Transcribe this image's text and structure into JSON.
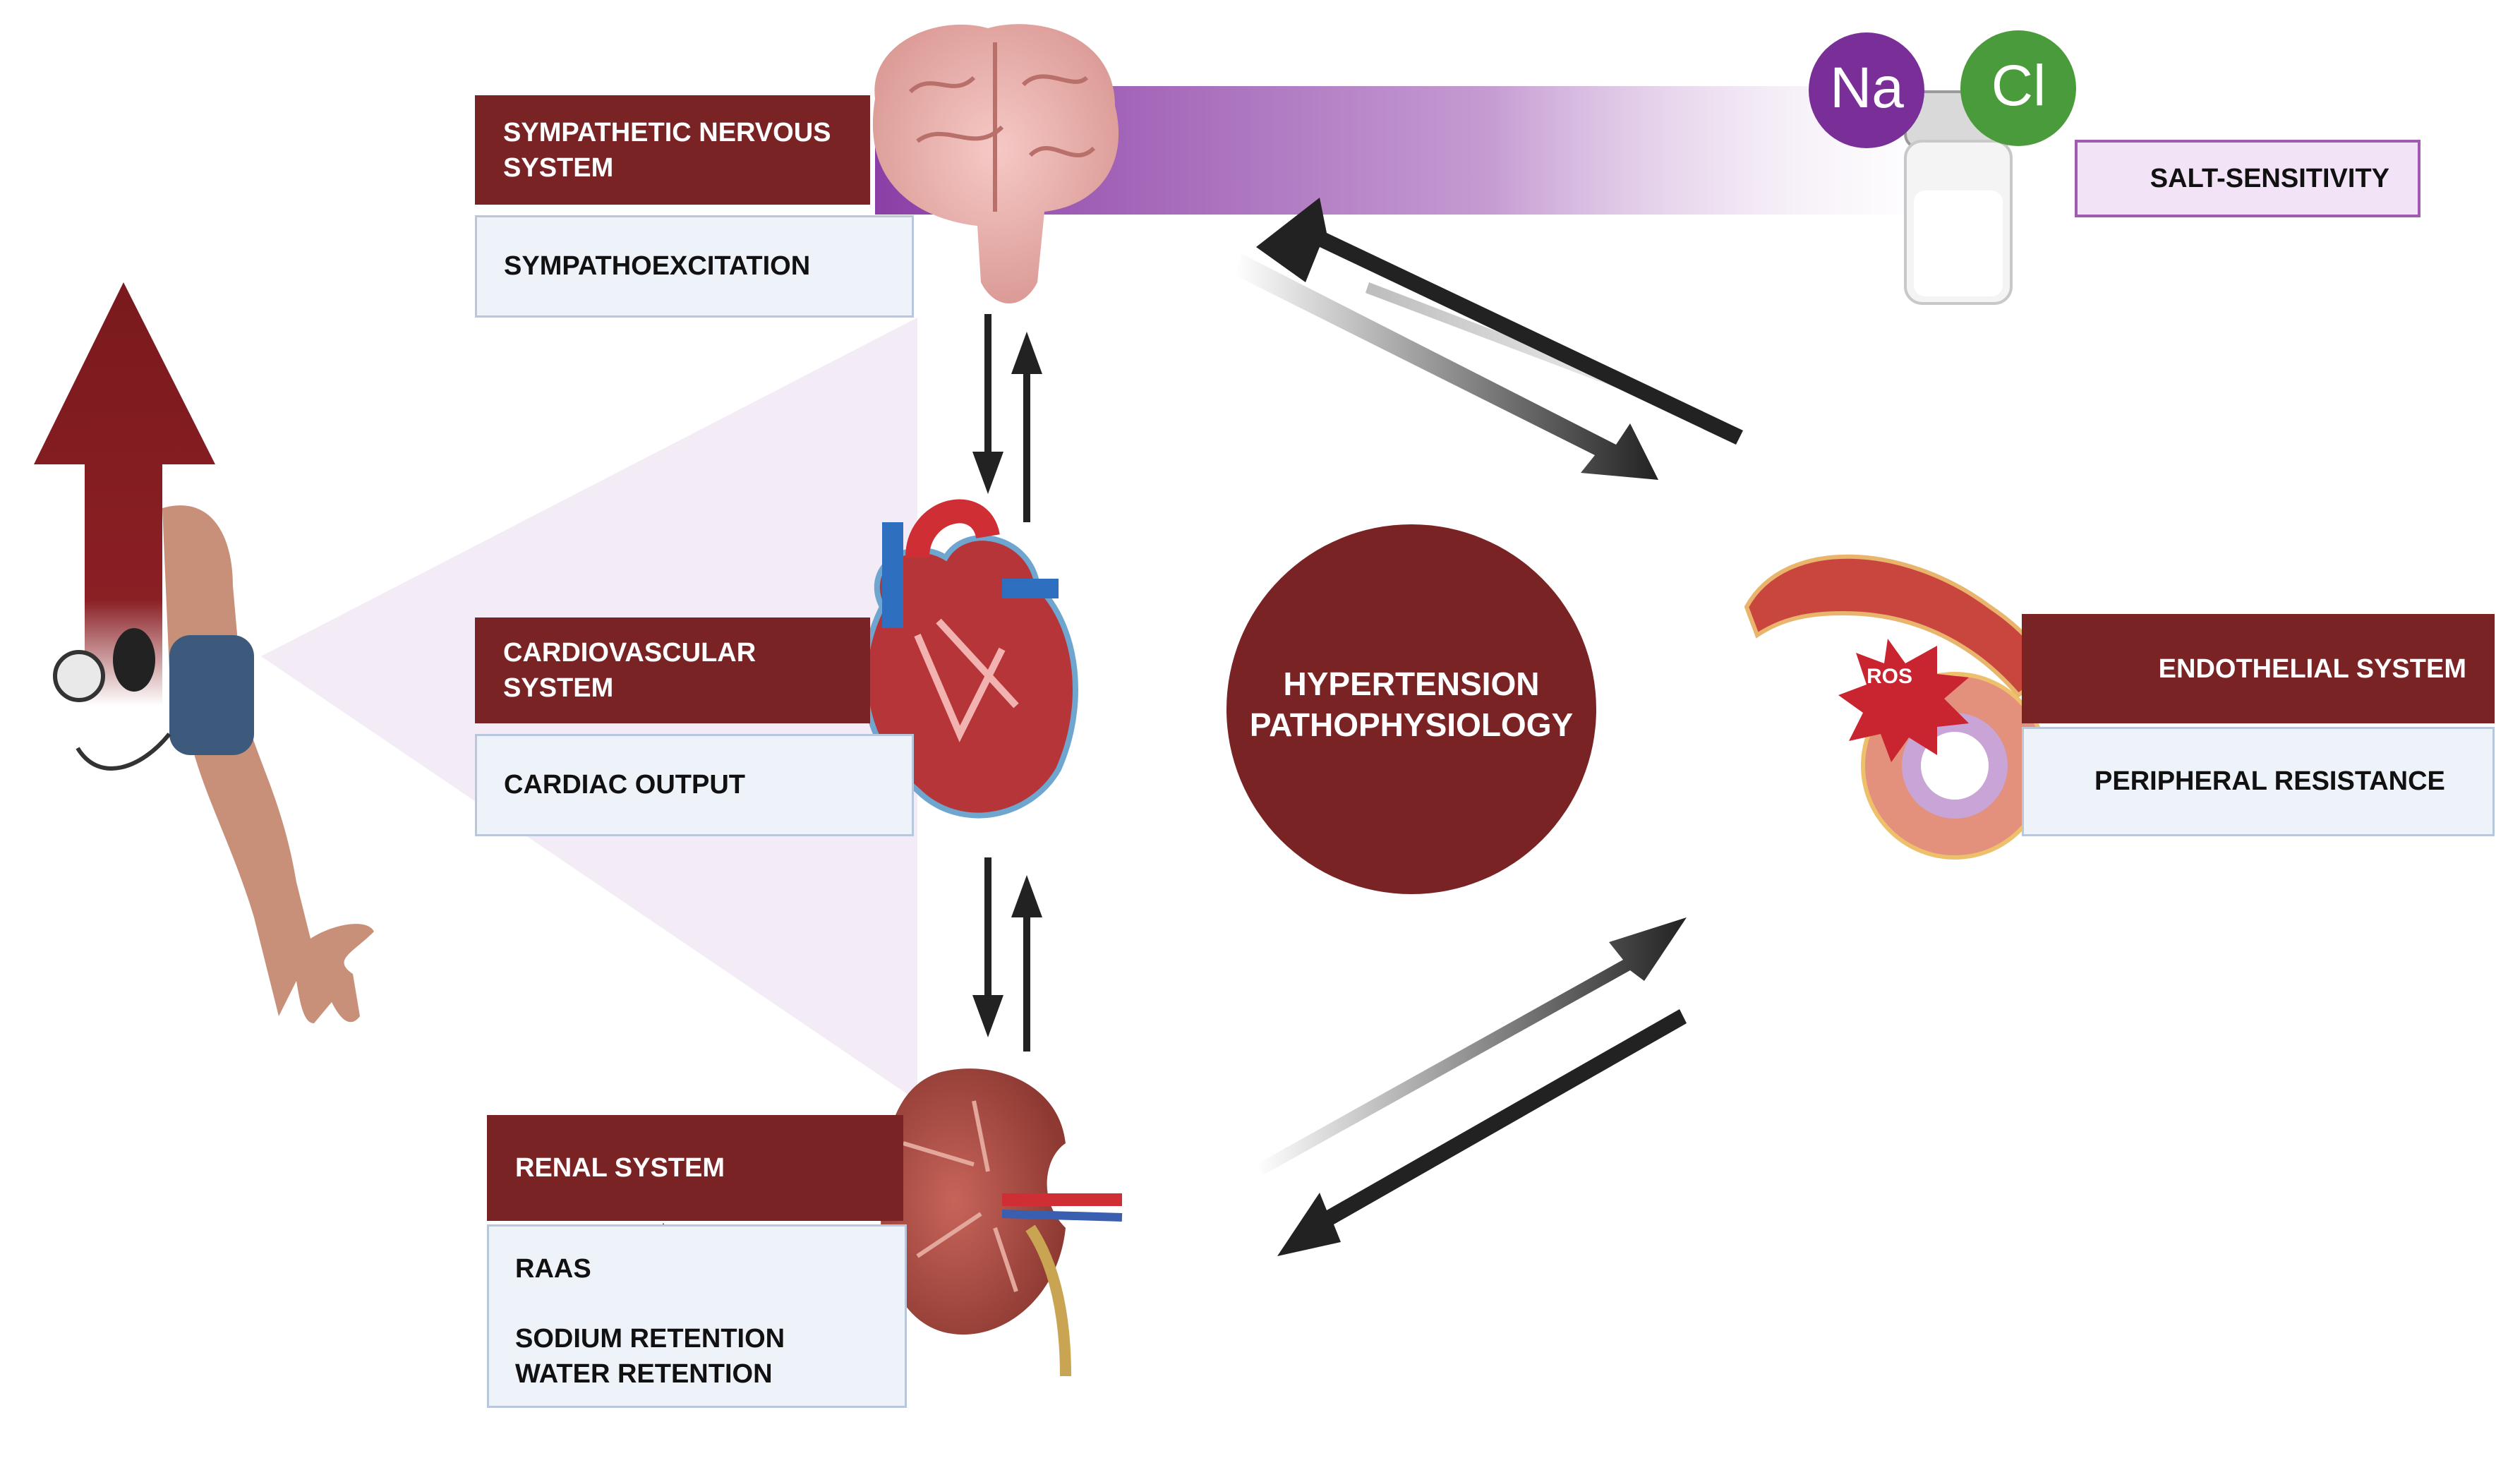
{
  "center_label": "HYPERTENSION PATHOPHYSIOLOGY",
  "systems": {
    "sympathetic": {
      "title": "SYMPATHETIC NERVOUS SYSTEM",
      "effect": "SYMPATHOEXCITATION"
    },
    "cardiovascular": {
      "title": "CARDIOVASCULAR SYSTEM",
      "effect": "CARDIAC OUTPUT"
    },
    "renal": {
      "title": "RENAL SYSTEM",
      "effect_1": "RAAS",
      "effect_2": "SODIUM RETENTION WATER RETENTION"
    },
    "endothelial": {
      "title": "ENDOTHELIAL SYSTEM",
      "effect": "PERIPHERAL RESISTANCE"
    }
  },
  "salt": {
    "label": "SALT-SENSITIVITY",
    "sodium": "Na",
    "chloride": "Cl"
  },
  "ros_label": "ROS",
  "colors": {
    "dark_red": "#7a2325",
    "purple": "#9a4eb0",
    "light_box": "#eef3fa",
    "green": "#4a9b3b"
  }
}
